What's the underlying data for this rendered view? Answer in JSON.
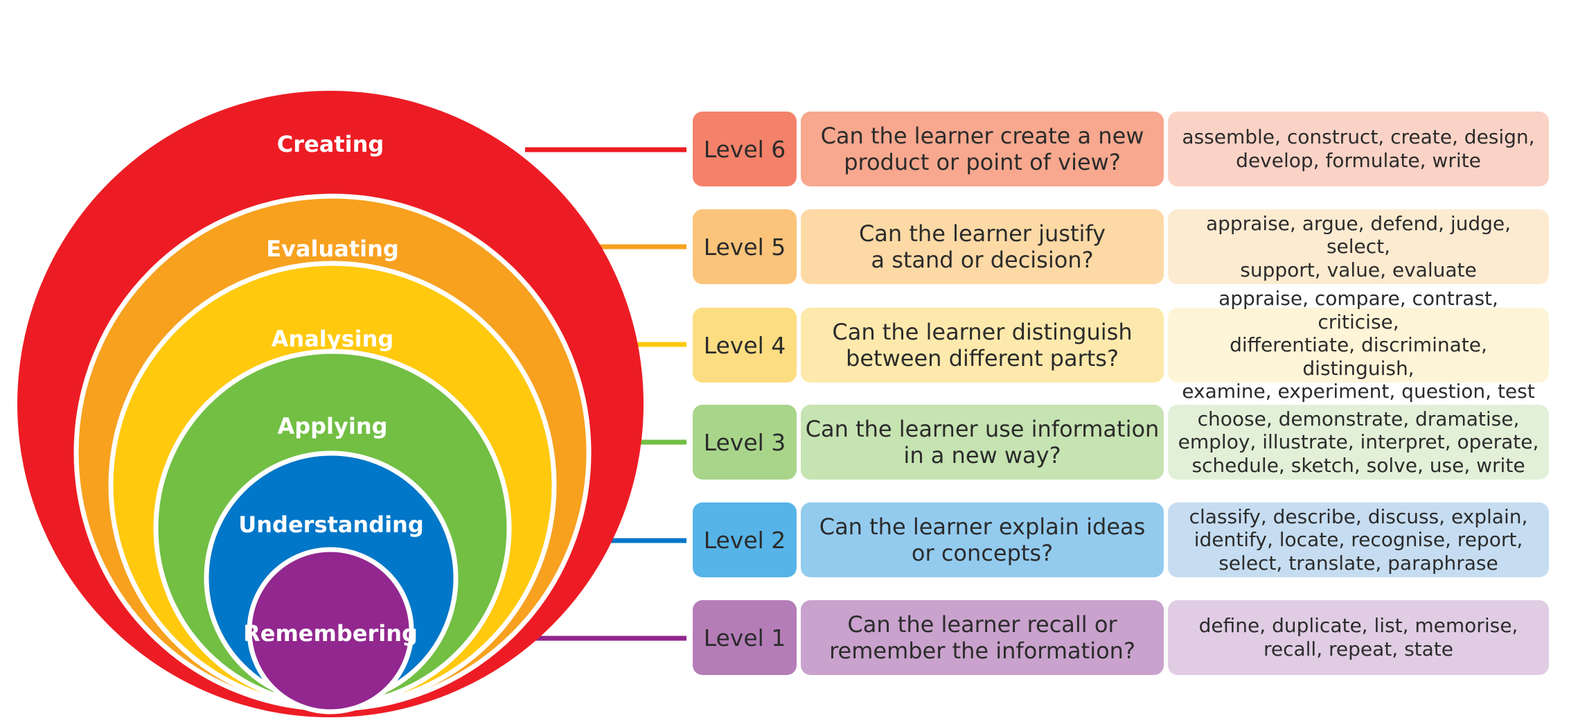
{
  "diagram": {
    "levels": [
      {
        "level": "Level 6",
        "category": "Creating",
        "question": [
          "Can the learner create a new",
          "product or point of view?"
        ],
        "verbs": [
          "assemble, construct, create, design,",
          "develop, formulate, write"
        ],
        "colors": {
          "circle": "#ED1C24",
          "line": "#ED1C24",
          "level_bg": "#F4826A",
          "question_bg": "#F7A88E",
          "verbs_bg": "#FAD3C6"
        }
      },
      {
        "level": "Level 5",
        "category": "Evaluating",
        "question": [
          "Can the learner justify",
          "a stand or decision?"
        ],
        "verbs": [
          "appraise, argue, defend, judge, select,",
          "support, value, evaluate"
        ],
        "colors": {
          "circle": "#F7A11F",
          "line": "#F7A11F",
          "level_bg": "#FBC47A",
          "question_bg": "#FCD9A5",
          "verbs_bg": "#FDEBD1"
        }
      },
      {
        "level": "Level 4",
        "category": "Analysing",
        "question": [
          "Can the learner distinguish",
          "between different parts?"
        ],
        "verbs": [
          "appraise, compare, contrast, criticise,",
          "differentiate, discriminate, distinguish,",
          "examine, experiment, question, test"
        ],
        "colors": {
          "circle": "#FFC90E",
          "line": "#FFC90E",
          "level_bg": "#FDDD82",
          "question_bg": "#FEE9AC",
          "verbs_bg": "#FEF4D7"
        }
      },
      {
        "level": "Level 3",
        "category": "Applying",
        "question": [
          "Can the learner use information",
          "in a new way?"
        ],
        "verbs": [
          "choose, demonstrate, dramatise,",
          "employ, illustrate, interpret, operate,",
          "schedule, sketch, solve, use, write"
        ],
        "colors": {
          "circle": "#72BF44",
          "line": "#72BF44",
          "level_bg": "#A8D58A",
          "question_bg": "#C6E3B2",
          "verbs_bg": "#E2F0D8"
        }
      },
      {
        "level": "Level 2",
        "category": "Understanding",
        "question": [
          "Can the learner explain ideas",
          "or concepts?"
        ],
        "verbs": [
          "classify, describe, discuss, explain,",
          "identify, locate, recognise, report,",
          "select, translate, paraphrase"
        ],
        "colors": {
          "circle": "#0077C8",
          "line": "#0077C8",
          "level_bg": "#57B4E8",
          "question_bg": "#93CBEF",
          "verbs_bg": "#C6DDF1"
        }
      },
      {
        "level": "Level 1",
        "category": "Remembering",
        "question": [
          "Can the learner recall or",
          "remember the information?"
        ],
        "verbs": [
          "define, duplicate, list, memorise,",
          "recall, repeat, state"
        ],
        "colors": {
          "circle": "#92278F",
          "line": "#92278F",
          "level_bg": "#B57DB8",
          "question_bg": "#C9A2CD",
          "verbs_bg": "#E0CDE4"
        }
      }
    ]
  }
}
